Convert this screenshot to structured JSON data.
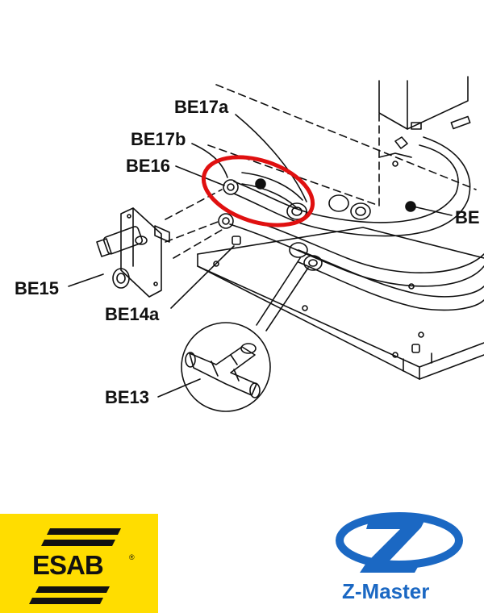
{
  "labels": {
    "be17a": "BE17a",
    "be17b": "BE17b",
    "be16": "BE16",
    "be15": "BE15",
    "be14a": "BE14a",
    "be13": "BE13",
    "be": "BE"
  },
  "logos": {
    "esab": {
      "text": "ESAB",
      "registered": "®",
      "background": "#ffdd00"
    },
    "zmaster": {
      "text": "Z-Master",
      "color": "#1b68c3"
    }
  },
  "highlight_color": "#e01010"
}
